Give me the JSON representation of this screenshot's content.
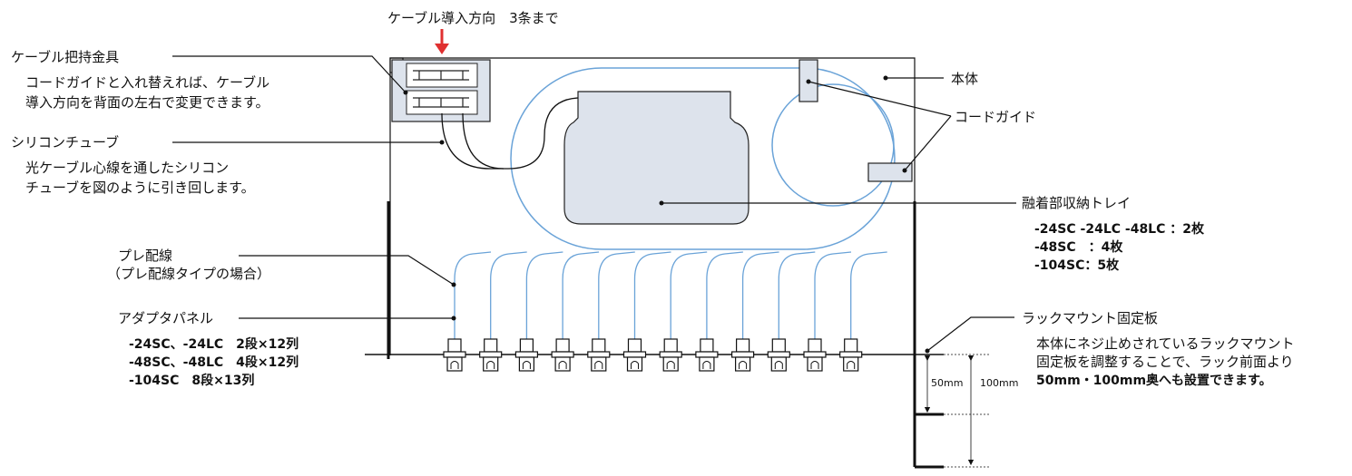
{
  "labels": {
    "cable_direction": "ケーブル導入方向　3条まで",
    "cable_holder": "ケーブル把持金具",
    "cable_holder_desc_1": "コードガイドと入れ替えれば、ケーブル",
    "cable_holder_desc_2": "導入方向を背面の左右で変更できます。",
    "silicone_tube": "シリコンチューブ",
    "silicone_tube_desc_1": "光ケーブル心線を通したシリコン",
    "silicone_tube_desc_2": "チューブを図のように引き回します。",
    "pre_wiring": "プレ配線",
    "pre_wiring_note": "（プレ配線タイプの場合）",
    "adapter_panel": "アダプタパネル",
    "adapter_spec_1": "-24SC、-24LC　2段×12列",
    "adapter_spec_2": "-48SC、-48LC　4段×12列",
    "adapter_spec_3": "-104SC　8段×13列",
    "main_body": "本体",
    "cord_guide": "コードガイド",
    "splice_tray": "融着部収納トレイ",
    "tray_spec_1": "-24SC -24LC -48LC ：2枚",
    "tray_spec_2": "-48SC　：4枚",
    "tray_spec_3": "-104SC：5枚",
    "rack_plate": "ラックマウント固定板",
    "rack_plate_desc_1": "本体にネジ止めされているラックマウント",
    "rack_plate_desc_2": "固定板を調整することで、ラック前面より",
    "rack_plate_desc_3": "50mm・100mm奥へも設置できます。",
    "dim_50": "50mm",
    "dim_100": "100mm"
  },
  "colors": {
    "fiber": "#6aa3d8",
    "arrow": "#e03030",
    "part_fill": "#dde3ec"
  },
  "adapter_count": 12
}
